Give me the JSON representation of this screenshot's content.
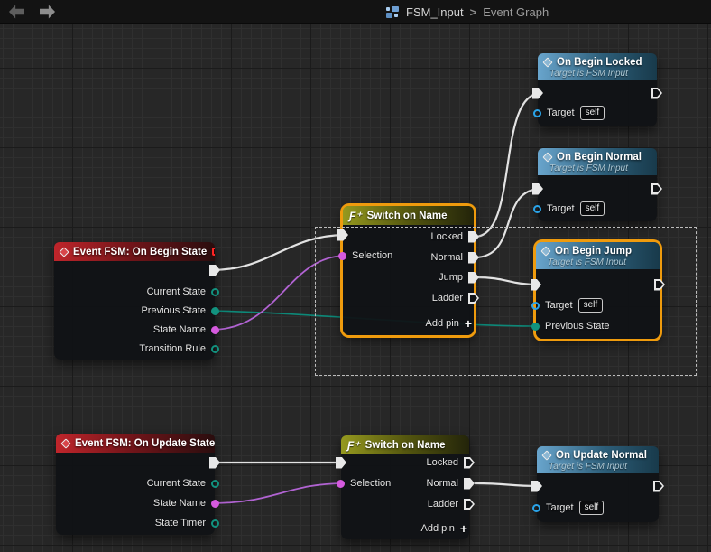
{
  "titlebar": {
    "breadcrumb": {
      "asset": "FSM_Input",
      "separator": ">",
      "graph": "Event Graph"
    }
  },
  "icons": {
    "back": "arrow-left",
    "forward": "arrow-right",
    "blueprint": "blueprint-squares",
    "event_diamond": "diamond",
    "event_flag": "red-box",
    "switch_glyph": "Ƒ⁺",
    "add_pin_glyph": "+"
  },
  "colors": {
    "exec_wire": "#e3e3e3",
    "name_wire": "#b163d2",
    "state_wire": "#0d8878",
    "selection_outline": "#ef9b0d",
    "event_header": "#c0252b",
    "switch_header": "#95991f",
    "callable_header": "#69a5cd",
    "pin_name": "#d55ade",
    "pin_state": "#12927f",
    "pin_object": "#2aa4e9"
  },
  "nodes": {
    "event_begin": {
      "title": "Event FSM: On Begin State",
      "outputs": [
        "Current State",
        "Previous State",
        "State Name",
        "Transition Rule"
      ]
    },
    "switch_begin": {
      "title": "Switch on Name",
      "selection_label": "Selection",
      "cases": [
        "Locked",
        "Normal",
        "Jump",
        "Ladder"
      ],
      "add_pin_label": "Add pin"
    },
    "on_begin_locked": {
      "title": "On Begin Locked",
      "subtitle": "Target is FSM Input",
      "target_label": "Target",
      "target_value": "self"
    },
    "on_begin_normal": {
      "title": "On Begin Normal",
      "subtitle": "Target is FSM Input",
      "target_label": "Target",
      "target_value": "self"
    },
    "on_begin_jump": {
      "title": "On Begin Jump",
      "subtitle": "Target is FSM Input",
      "target_label": "Target",
      "target_value": "self",
      "extra_input": "Previous State"
    },
    "event_update": {
      "title": "Event FSM: On Update State",
      "outputs": [
        "Current State",
        "State Name",
        "State Timer"
      ]
    },
    "switch_update": {
      "title": "Switch on Name",
      "selection_label": "Selection",
      "cases": [
        "Locked",
        "Normal",
        "Ladder"
      ],
      "add_pin_label": "Add pin"
    },
    "on_update_normal": {
      "title": "On Update Normal",
      "subtitle": "Target is FSM Input",
      "target_label": "Target",
      "target_value": "self"
    }
  }
}
